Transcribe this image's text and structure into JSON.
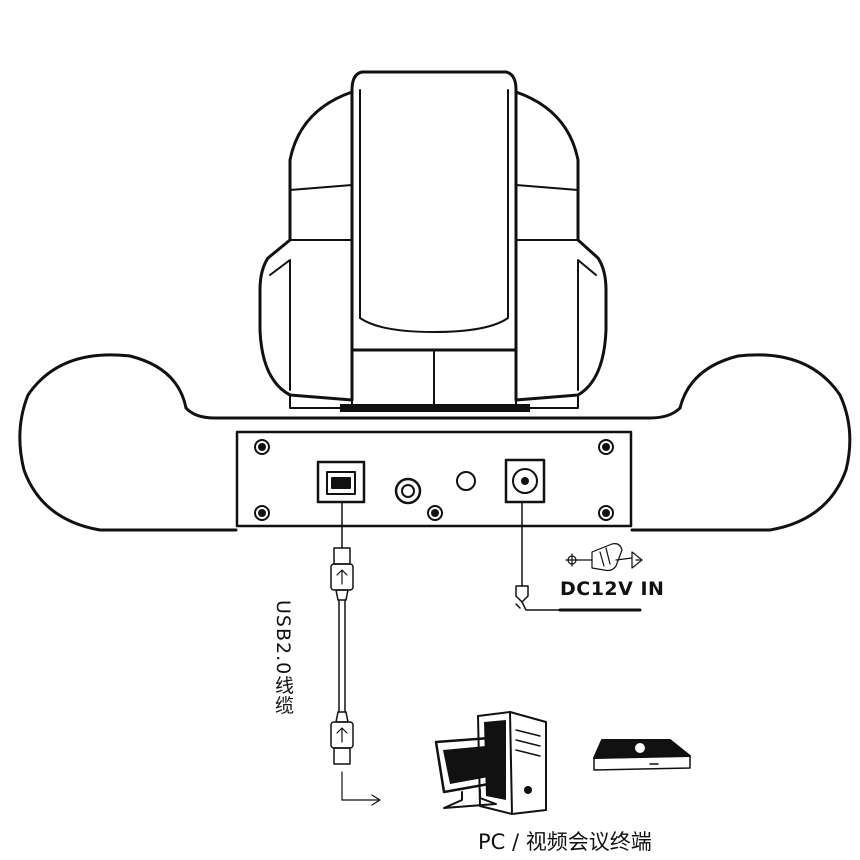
{
  "labels": {
    "power_input": "DC12V IN",
    "usb_cable": "USB2.0线缆",
    "destination": "PC / 视频会议终端"
  },
  "icons": {
    "camera": "ptz-camera-icon",
    "base": "camera-base-icon",
    "usb_b_port": "usb-b-port-icon",
    "audio_port": "audio-jack-icon",
    "indicator": "indicator-led-icon",
    "dc_port": "dc-power-port-icon",
    "power_plug": "dc-plug-icon",
    "usb_connector": "usb-a-connector-icon",
    "arrow": "arrow-right-icon",
    "monitor": "monitor-icon",
    "tower": "pc-tower-icon",
    "conference_terminal": "video-conference-terminal-icon"
  },
  "colors": {
    "line": "#111111",
    "background": "#ffffff"
  }
}
